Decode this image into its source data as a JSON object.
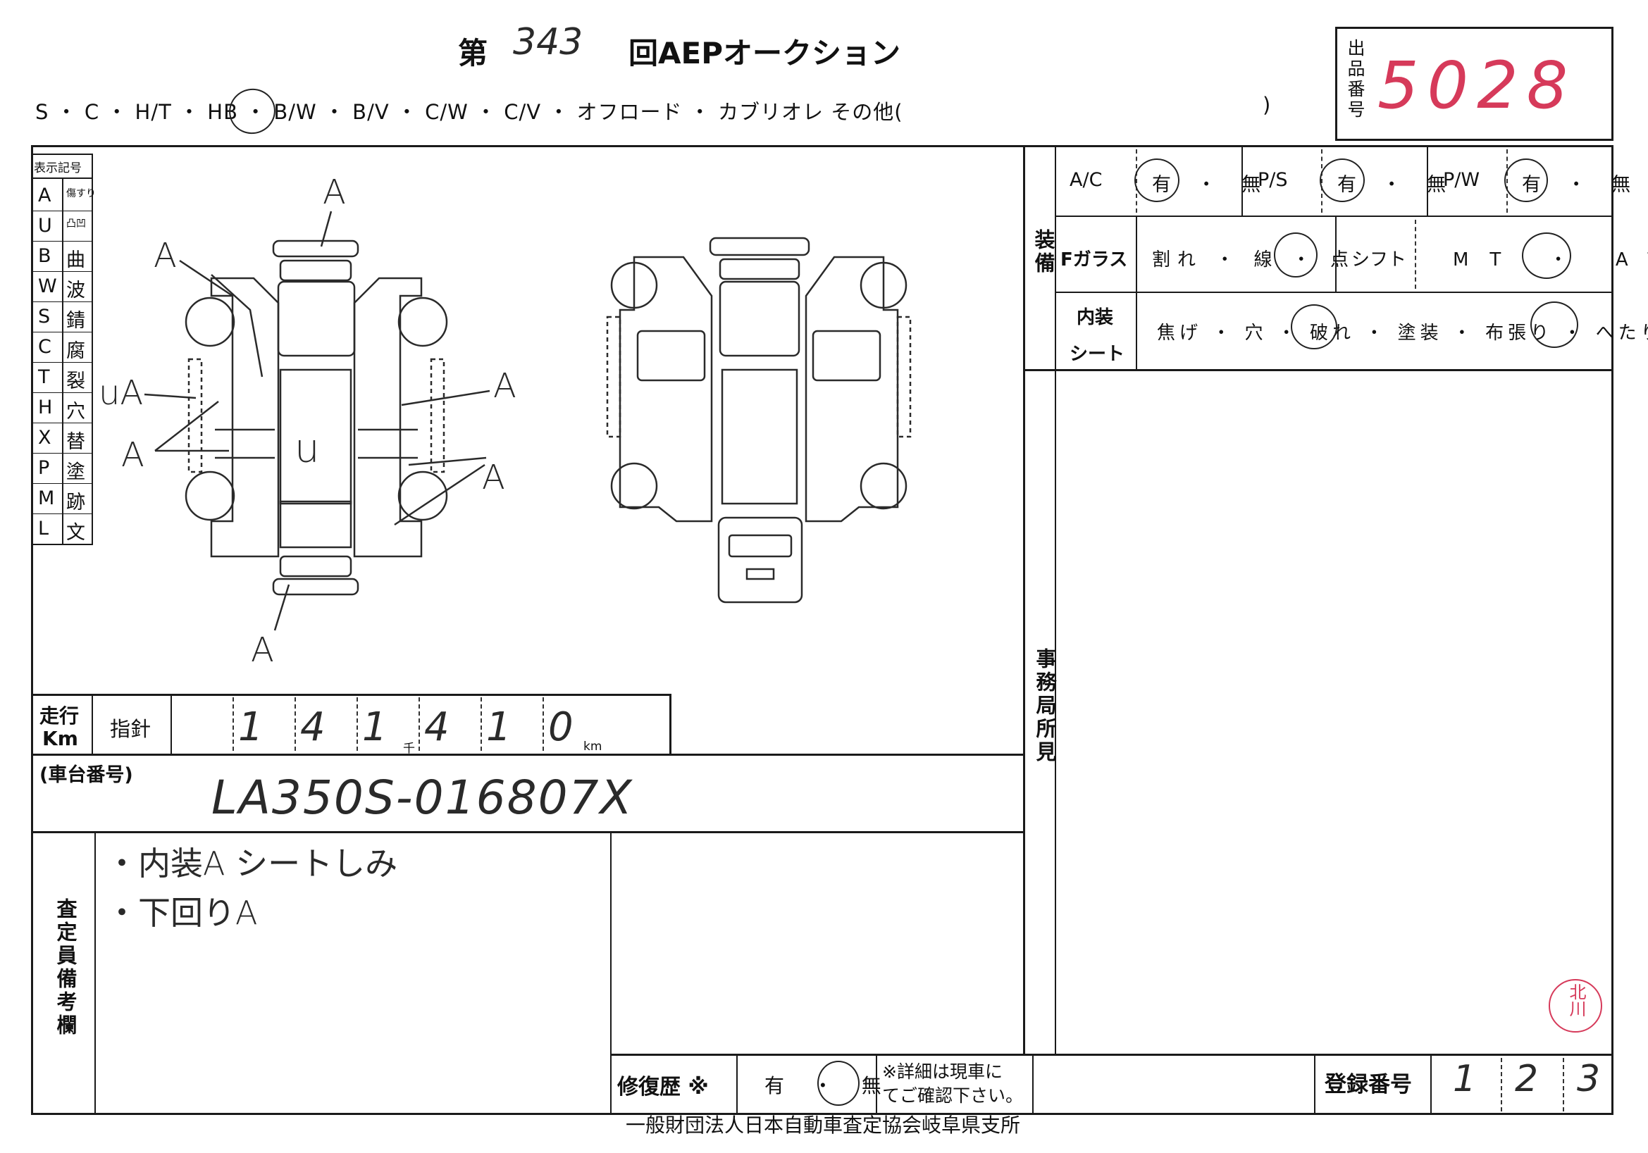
{
  "header": {
    "title_prefix": "第",
    "auction_round": "343",
    "title_suffix": "回AEPオークション",
    "body_types": "S ・ C ・ H/T ・ HB ・ B/W ・ B/V ・ C/W ・ C/V ・ オフロード ・ カブリオレ その他(",
    "body_types_close": ")",
    "lot_label": "出品番号",
    "lot_number": "5028"
  },
  "legend": {
    "title": "表示記号",
    "rows": [
      {
        "code": "A",
        "meaning": "傷すり"
      },
      {
        "code": "U",
        "meaning": "凸凹"
      },
      {
        "code": "B",
        "meaning": "曲"
      },
      {
        "code": "W",
        "meaning": "波"
      },
      {
        "code": "S",
        "meaning": "錆"
      },
      {
        "code": "C",
        "meaning": "腐"
      },
      {
        "code": "T",
        "meaning": "裂"
      },
      {
        "code": "H",
        "meaning": "穴"
      },
      {
        "code": "X",
        "meaning": "替"
      },
      {
        "code": "P",
        "meaning": "塗"
      },
      {
        "code": "M",
        "meaning": "跡"
      },
      {
        "code": "L",
        "meaning": "文"
      }
    ]
  },
  "diagram_marks": {
    "front": "A",
    "left_top": "A",
    "left_mid": "uA",
    "left_low": "A",
    "center": "u",
    "right_top": "A",
    "right_low": "A",
    "rear": "A"
  },
  "equipment": {
    "section_label": "装備",
    "ac_label": "A/C",
    "ac_options": "有 ・ 無",
    "ps_label": "P/S",
    "ps_options": "有 ・ 無",
    "pw_label": "P/W",
    "pw_options": "有 ・ 無",
    "glass_label": "Fガラス",
    "glass_options": "割れ ・ 線 ・ 点",
    "shift_label": "シフト",
    "shift_options": "MT ・ AT",
    "interior_label_1": "内装",
    "interior_label_2": "シート",
    "interior_options": "焦げ ・ 穴 ・ 破れ ・ 塗装 ・ 布張り ・ へたり"
  },
  "office_label": "事務局所見",
  "mileage": {
    "label_1": "走行",
    "label_2": "Km",
    "indicator_label": "指針",
    "digits": [
      "1",
      "4",
      "1",
      "4",
      "1",
      "0"
    ],
    "thousand_unit": "千",
    "km_unit": "km"
  },
  "chassis": {
    "label": "(車台番号)",
    "value": "LA350S-016807X"
  },
  "inspector_notes": {
    "label": "査定員備考欄",
    "line_1": "・内装A シートしみ",
    "line_2": "・下回りA"
  },
  "repair_history": {
    "label": "修復歴 ※",
    "options": "有 ・ 無",
    "note_1": "※詳細は現車に",
    "note_2": "てご確認下さい。"
  },
  "registration": {
    "label": "登録番号",
    "digits": [
      "1",
      "2",
      "3"
    ]
  },
  "stamp": "北川",
  "footer": "一般財団法人日本自動車査定協会岐阜県支所"
}
